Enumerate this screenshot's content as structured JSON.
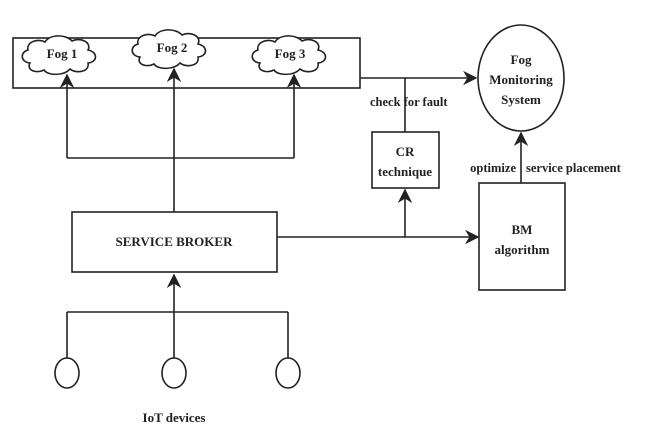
{
  "diagram": {
    "fog_nodes": [
      {
        "label": "Fog 1"
      },
      {
        "label": "Fog 2"
      },
      {
        "label": "Fog 3"
      }
    ],
    "monitoring": {
      "line1": "Fog",
      "line2": "Monitoring",
      "line3": "System"
    },
    "edge_labels": {
      "check_fault": "check for fault",
      "optimize_left": "optimize",
      "optimize_right": "service placement"
    },
    "cr": {
      "line1": "CR",
      "line2": "technique"
    },
    "broker": {
      "label": "SERVICE BROKER"
    },
    "bm": {
      "line1": "BM",
      "line2": "algorithm"
    },
    "iot": {
      "label": "IoT devices",
      "count": 3
    }
  }
}
